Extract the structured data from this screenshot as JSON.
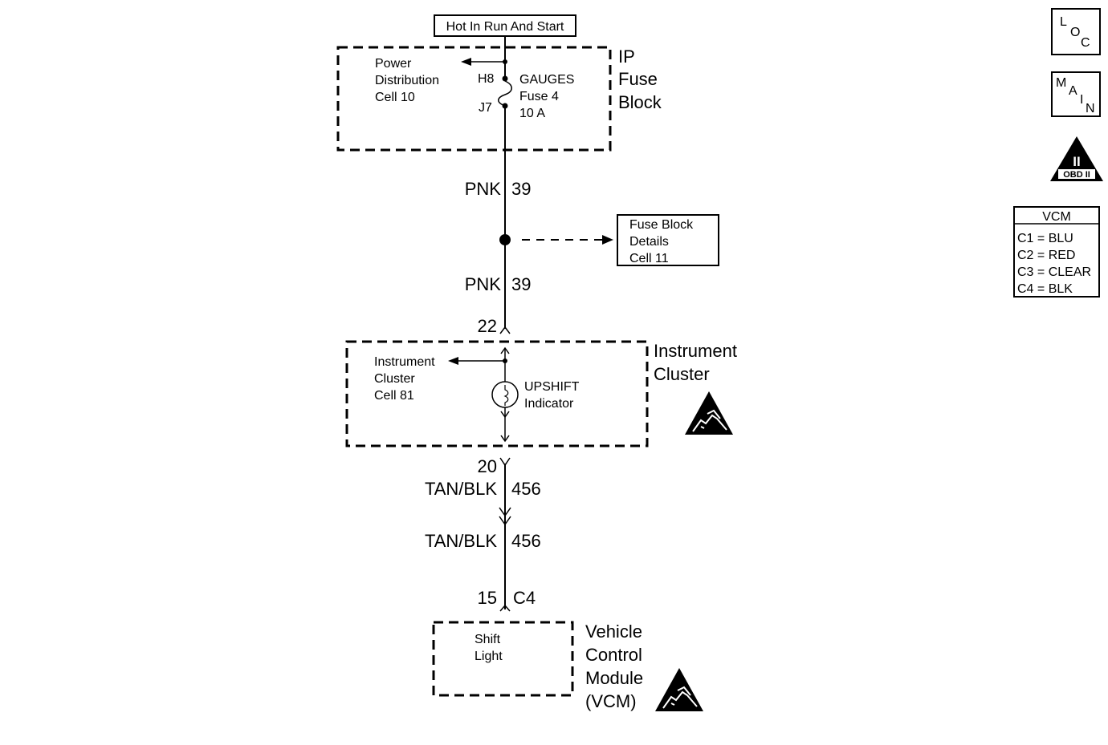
{
  "power_source": "Hot In Run And Start",
  "ip_fuse_block": {
    "title": [
      "IP",
      "Fuse",
      "Block"
    ],
    "power_distribution": [
      "Power",
      "Distribution",
      "Cell 10"
    ],
    "fuse_pin_top": "H8",
    "fuse_pin_bottom": "J7",
    "fuse_label": [
      "GAUGES",
      "Fuse 4",
      "10 A"
    ]
  },
  "wires": [
    {
      "color": "PNK",
      "circuit": "39"
    },
    {
      "color": "PNK",
      "circuit": "39"
    },
    {
      "color": "TAN/BLK",
      "circuit": "456"
    },
    {
      "color": "TAN/BLK",
      "circuit": "456"
    }
  ],
  "fuse_block_details": [
    "Fuse Block",
    "Details",
    "Cell 11"
  ],
  "instrument_cluster": {
    "title": [
      "Instrument",
      "Cluster"
    ],
    "ref": [
      "Instrument",
      "Cluster",
      "Cell 81"
    ],
    "pin_in": "22",
    "pin_out": "20",
    "indicator": [
      "UPSHIFT",
      "Indicator"
    ]
  },
  "vcm": {
    "pin": "15",
    "connector": "C4",
    "title": [
      "Vehicle",
      "Control",
      "Module",
      "(VCM)"
    ],
    "component": [
      "Shift",
      "Light"
    ]
  },
  "sidebar": {
    "loc": [
      "L",
      "O",
      "C"
    ],
    "main": [
      "M",
      "A",
      "I",
      "N"
    ],
    "obd_roman": "II",
    "obd_label": "OBD II",
    "vcm_table": {
      "header": "VCM",
      "rows": [
        "C1 = BLU",
        "C2 = RED",
        "C3 = CLEAR",
        "C4 = BLK"
      ]
    }
  },
  "colors": {
    "line": "#000000",
    "background": "#ffffff"
  }
}
